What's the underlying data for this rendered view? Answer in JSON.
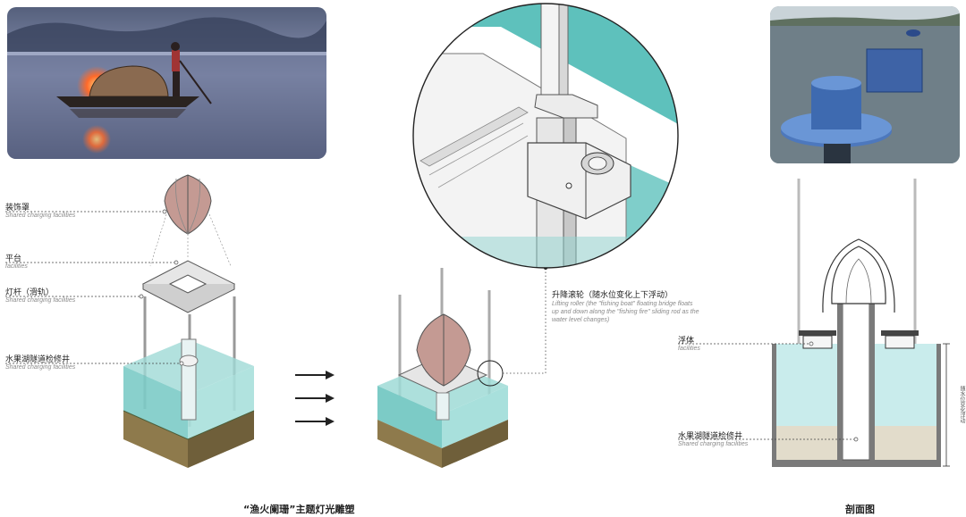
{
  "labels": {
    "decor_cover": {
      "cn": "装饰罩",
      "en": "Shared charging facilities"
    },
    "platform": {
      "cn": "平台",
      "en": "facilities"
    },
    "lamp_pole": {
      "cn": "灯杆（滑轨）",
      "en": "Shared charging facilities"
    },
    "shaft": {
      "cn": "水果湖隧道检修井",
      "en": "Shared charging facilities"
    },
    "roller": {
      "cn": "升降滚轮（随水位变化上下浮动）",
      "en": "Lifting roller (the \"fishing boat\" floating bridge floats up and down along the \"fishing fire\" sliding rod as the water level changes)"
    },
    "float": {
      "cn": "浮体",
      "en": "facilities"
    },
    "section_shaft": {
      "cn": "水果湖隧道检修井",
      "en": "Shared charging facilities"
    },
    "water_level": {
      "cn": "随水位变化浮动"
    }
  },
  "captions": {
    "main": "“渔火阑珊”主题灯光雕塑",
    "section": "剖面图"
  },
  "colors": {
    "water": "#a8dede",
    "water_dark": "#6cc6c4",
    "soil": "#8e7a4c",
    "soil_dark": "#5e5130",
    "shell": "#b98d86"
  }
}
